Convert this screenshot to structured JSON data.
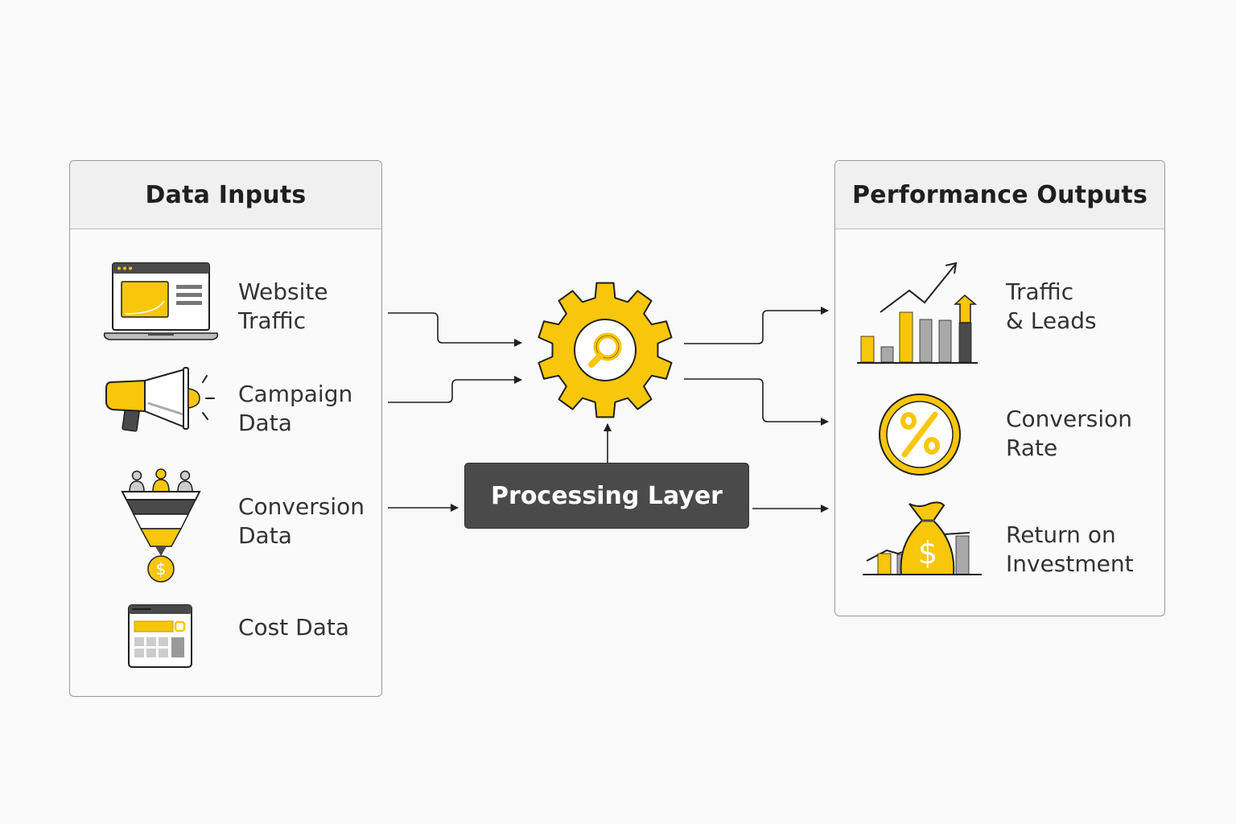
{
  "colors": {
    "accent": "#f8c60b",
    "dark": "#4a4a4a",
    "gray": "#a9a9a9",
    "outline": "#1f1f1f"
  },
  "inputs_panel": {
    "title": "Data Inputs",
    "items": [
      {
        "label": "Website\nTraffic",
        "icon": "laptop-icon"
      },
      {
        "label": "Campaign\nData",
        "icon": "megaphone-icon"
      },
      {
        "label": "Conversion\nData",
        "icon": "funnel-icon"
      },
      {
        "label": "Cost Data",
        "icon": "calculator-icon"
      }
    ]
  },
  "processing": {
    "label": "Processing Layer",
    "icon": "gear-search-icon"
  },
  "outputs_panel": {
    "title": "Performance Outputs",
    "items": [
      {
        "label": "Traffic\n& Leads",
        "icon": "bar-chart-growth-icon"
      },
      {
        "label": "Conversion\nRate",
        "icon": "percent-coin-icon"
      },
      {
        "label": "Return on\nInvestment",
        "icon": "money-bag-icon"
      }
    ]
  }
}
